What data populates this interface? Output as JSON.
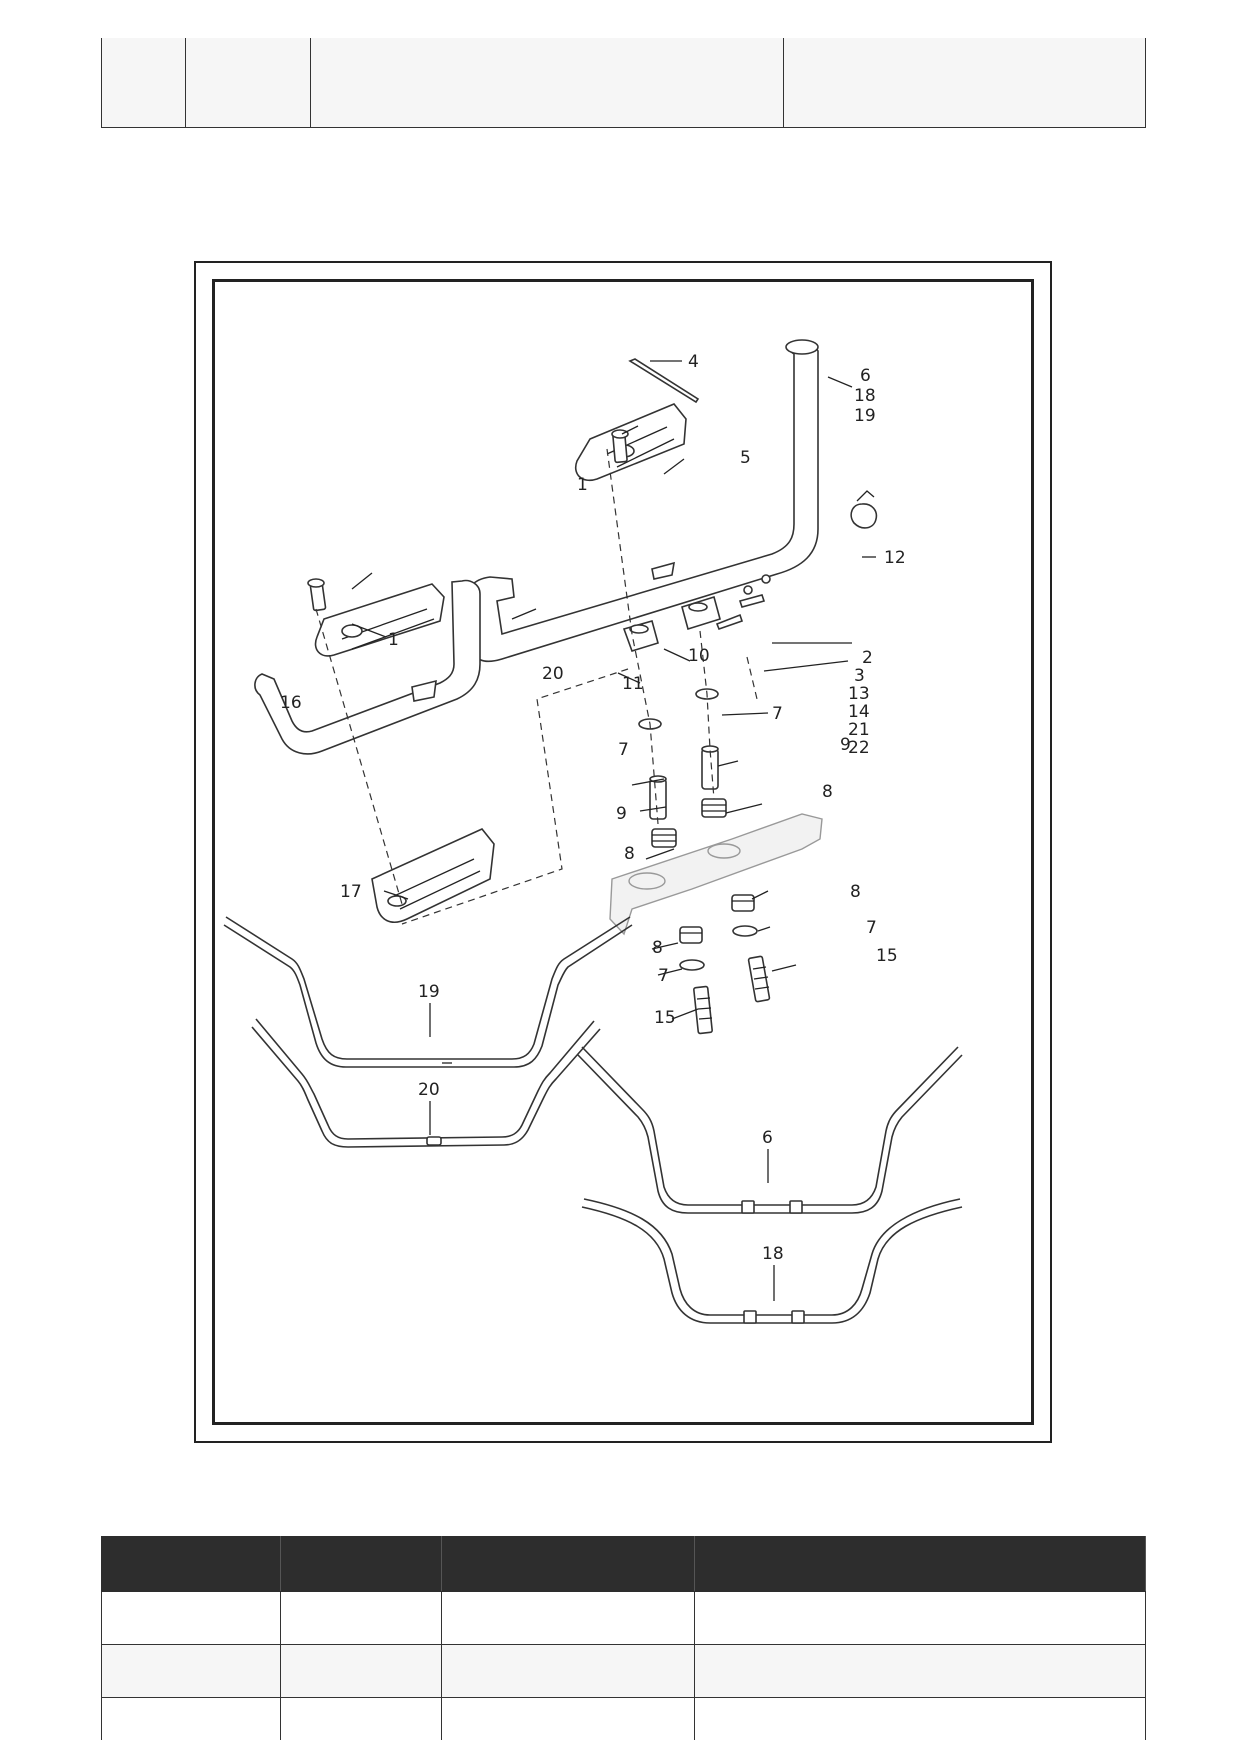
{
  "callouts": {
    "c1a": "1",
    "c1b": "1",
    "c2": "2",
    "c3": "3",
    "c4": "4",
    "c5": "5",
    "c6": "6",
    "c18": "18",
    "c19": "19",
    "c12": "12",
    "c10": "10",
    "c11": "11",
    "c13": "13",
    "c14": "14",
    "c21": "21",
    "c22": "22",
    "c16": "16",
    "c20": "20",
    "c17": "17",
    "c7a": "7",
    "c7b": "7",
    "c7c": "7",
    "c7d": "7",
    "c8a": "8",
    "c8b": "8",
    "c8c": "8",
    "c8d": "8",
    "c9a": "9",
    "c9b": "9",
    "c15a": "15",
    "c15b": "15",
    "v19": "19",
    "v20": "20",
    "v6": "6",
    "v18": "18"
  }
}
